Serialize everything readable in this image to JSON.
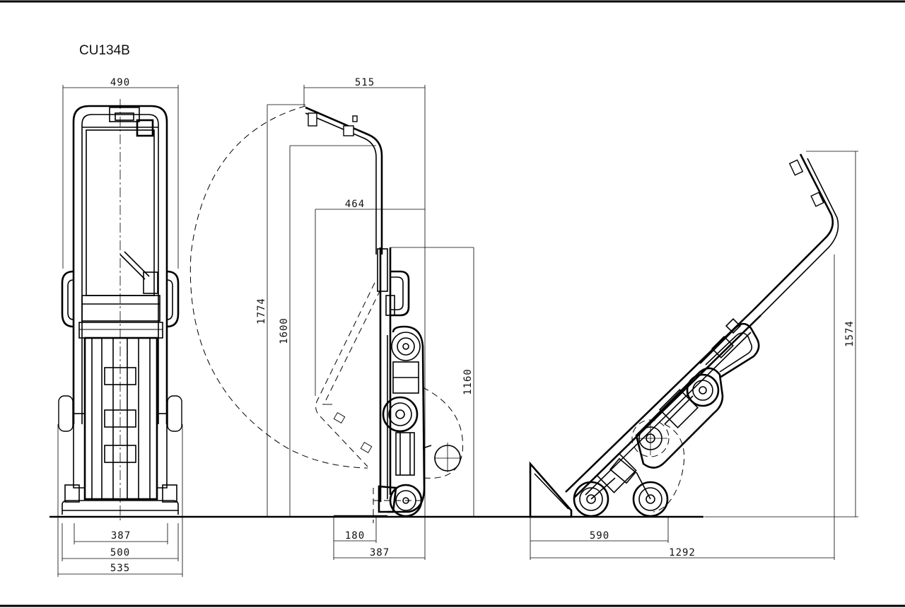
{
  "model": "CU134B",
  "dimensions": {
    "front_width_top": "490",
    "front_inner_width": "387",
    "front_mid_width": "500",
    "front_overall_width": "535",
    "side_depth_top": "515",
    "side_height_overall": "1774",
    "side_height_handle": "1600",
    "side_depth_handle": "464",
    "side_height_tracks": "1160",
    "side_toe": "180",
    "side_base_depth": "387",
    "tilted_height": "1574",
    "tilted_wheelbase": "590",
    "tilted_length": "1292"
  }
}
